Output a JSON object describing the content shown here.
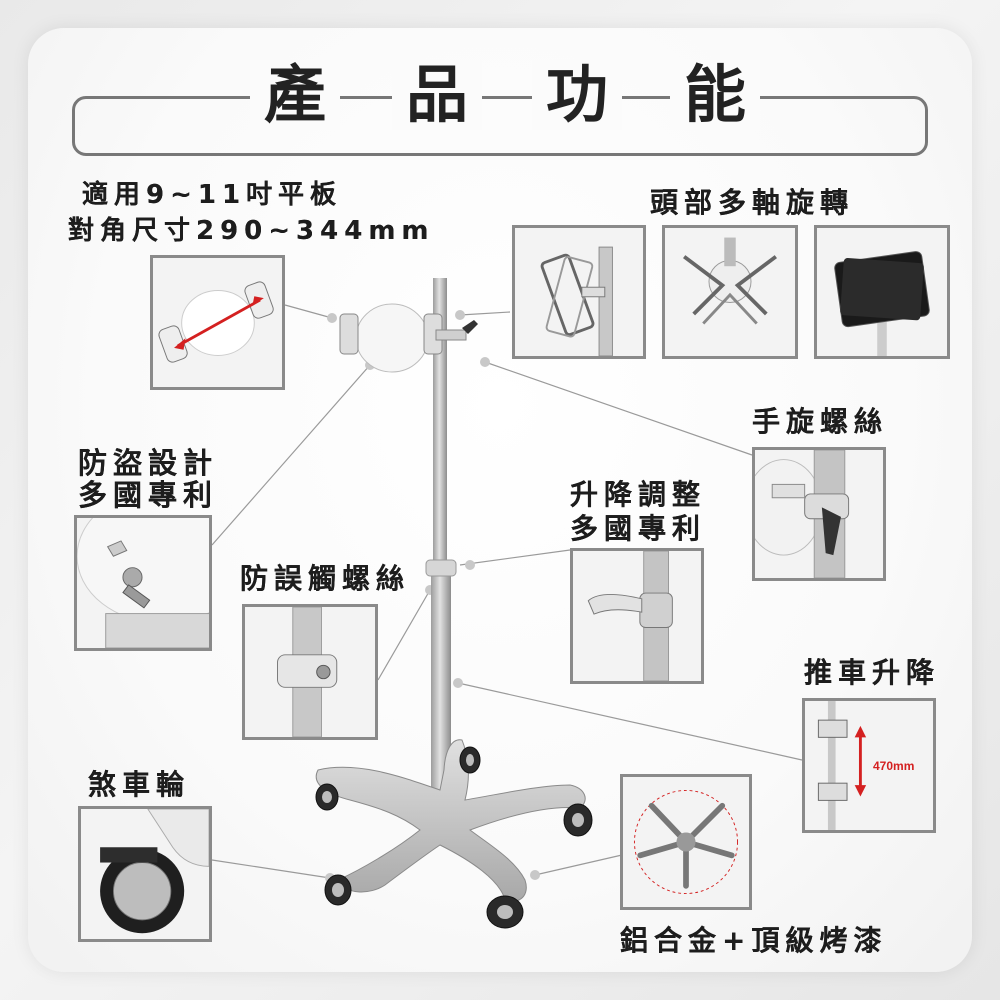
{
  "title": {
    "chars": [
      "產",
      "品",
      "功",
      "能"
    ]
  },
  "features": {
    "tablet_size_line1": "適用9~11吋平板",
    "tablet_size_line2": "對角尺寸290~344mm",
    "head_rotation": "頭部多軸旋轉",
    "hand_screw": "手旋螺絲",
    "anti_theft_line1": "防盜設計",
    "anti_theft_line2": "多國專利",
    "height_adjust_line1": "升降調整",
    "height_adjust_line2": "多國專利",
    "anti_loosen_screw": "防誤觸螺絲",
    "push_lift": "推車升降",
    "lift_range": "470mm",
    "brake_wheel": "煞車輪",
    "material": "鋁合金+頂級烤漆"
  },
  "colors": {
    "accent_red": "#d42020",
    "frame_gray": "#8a8a8a",
    "pole_gray": "#b8b8b8",
    "text_dark": "#1d1d1d"
  }
}
